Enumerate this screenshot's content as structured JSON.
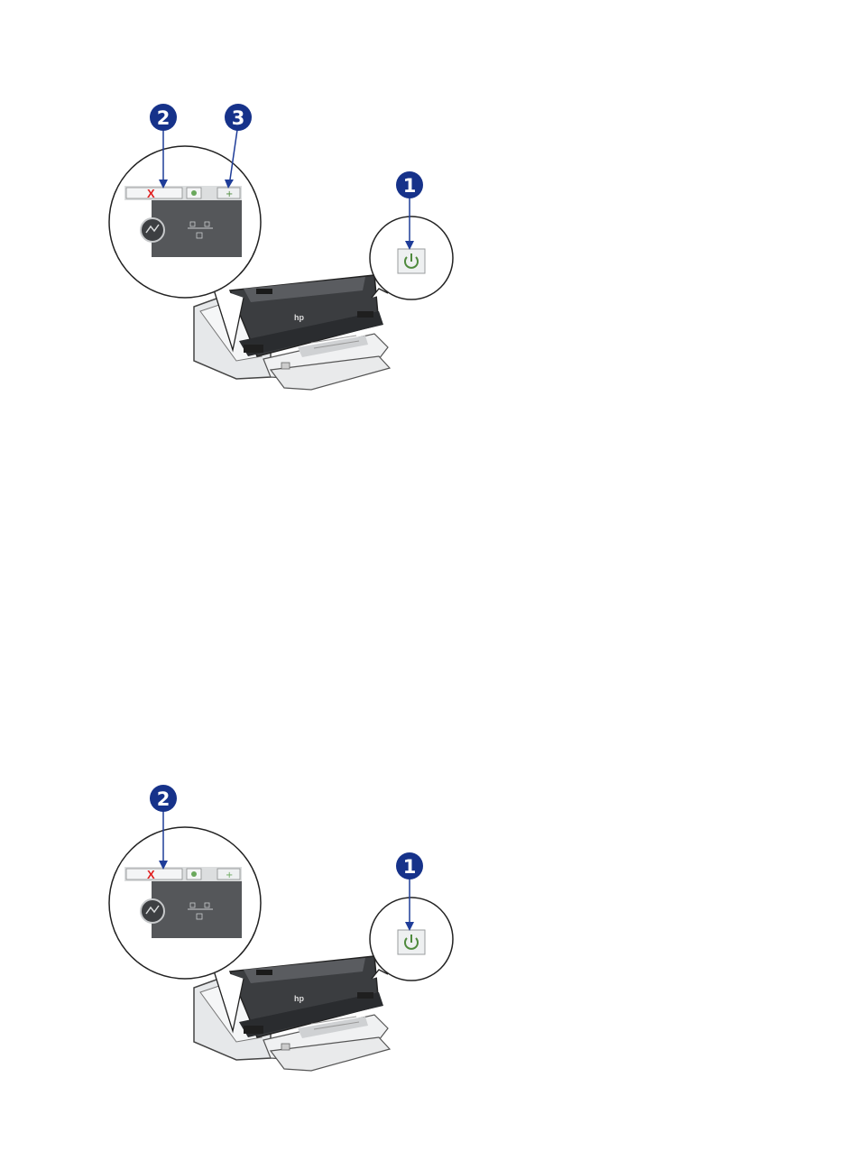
{
  "figures": [
    {
      "callouts": [
        {
          "number": "2",
          "points_to": "cancel-button"
        },
        {
          "number": "3",
          "points_to": "resume-button"
        },
        {
          "number": "1",
          "points_to": "power-button"
        }
      ],
      "icons": [
        "cancel-x-icon",
        "resume-icon",
        "power-icon",
        "print-cartridge-status-icon"
      ]
    },
    {
      "callouts": [
        {
          "number": "2",
          "points_to": "cancel-button"
        },
        {
          "number": "1",
          "points_to": "power-button"
        }
      ],
      "icons": [
        "cancel-x-icon",
        "power-icon",
        "print-cartridge-status-icon"
      ]
    }
  ],
  "colors": {
    "callout_fill": "#16328a",
    "arrow": "#1f3d99",
    "panel_dark": "#55575a",
    "printer_body": "#e6e8ea",
    "printer_top": "#3b3d40",
    "cancel_x": "#e02020",
    "power_green": "#4f8a3d"
  }
}
